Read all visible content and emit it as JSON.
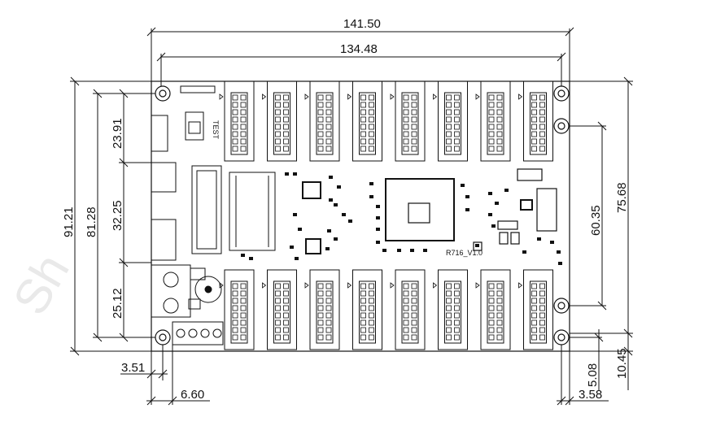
{
  "dimensions": {
    "overall_width": "141.50",
    "hole_spacing_width": "134.48",
    "overall_height": "91.21",
    "hole_spacing_height": "81.28",
    "upper_section": "23.91",
    "middle_section": "32.25",
    "lower_section": "25.12",
    "right_upper_spacing": "75.68",
    "right_mid_spacing": "60.35",
    "right_bottom_offset": "10.45",
    "right_hole_offset": "5.08",
    "left_hole_x": "3.51",
    "left_edge_offset": "6.60",
    "right_hole_x": "3.58"
  },
  "board": {
    "model_label": "R716_V1.0",
    "test_label": "TEST"
  },
  "watermark": "Sh"
}
